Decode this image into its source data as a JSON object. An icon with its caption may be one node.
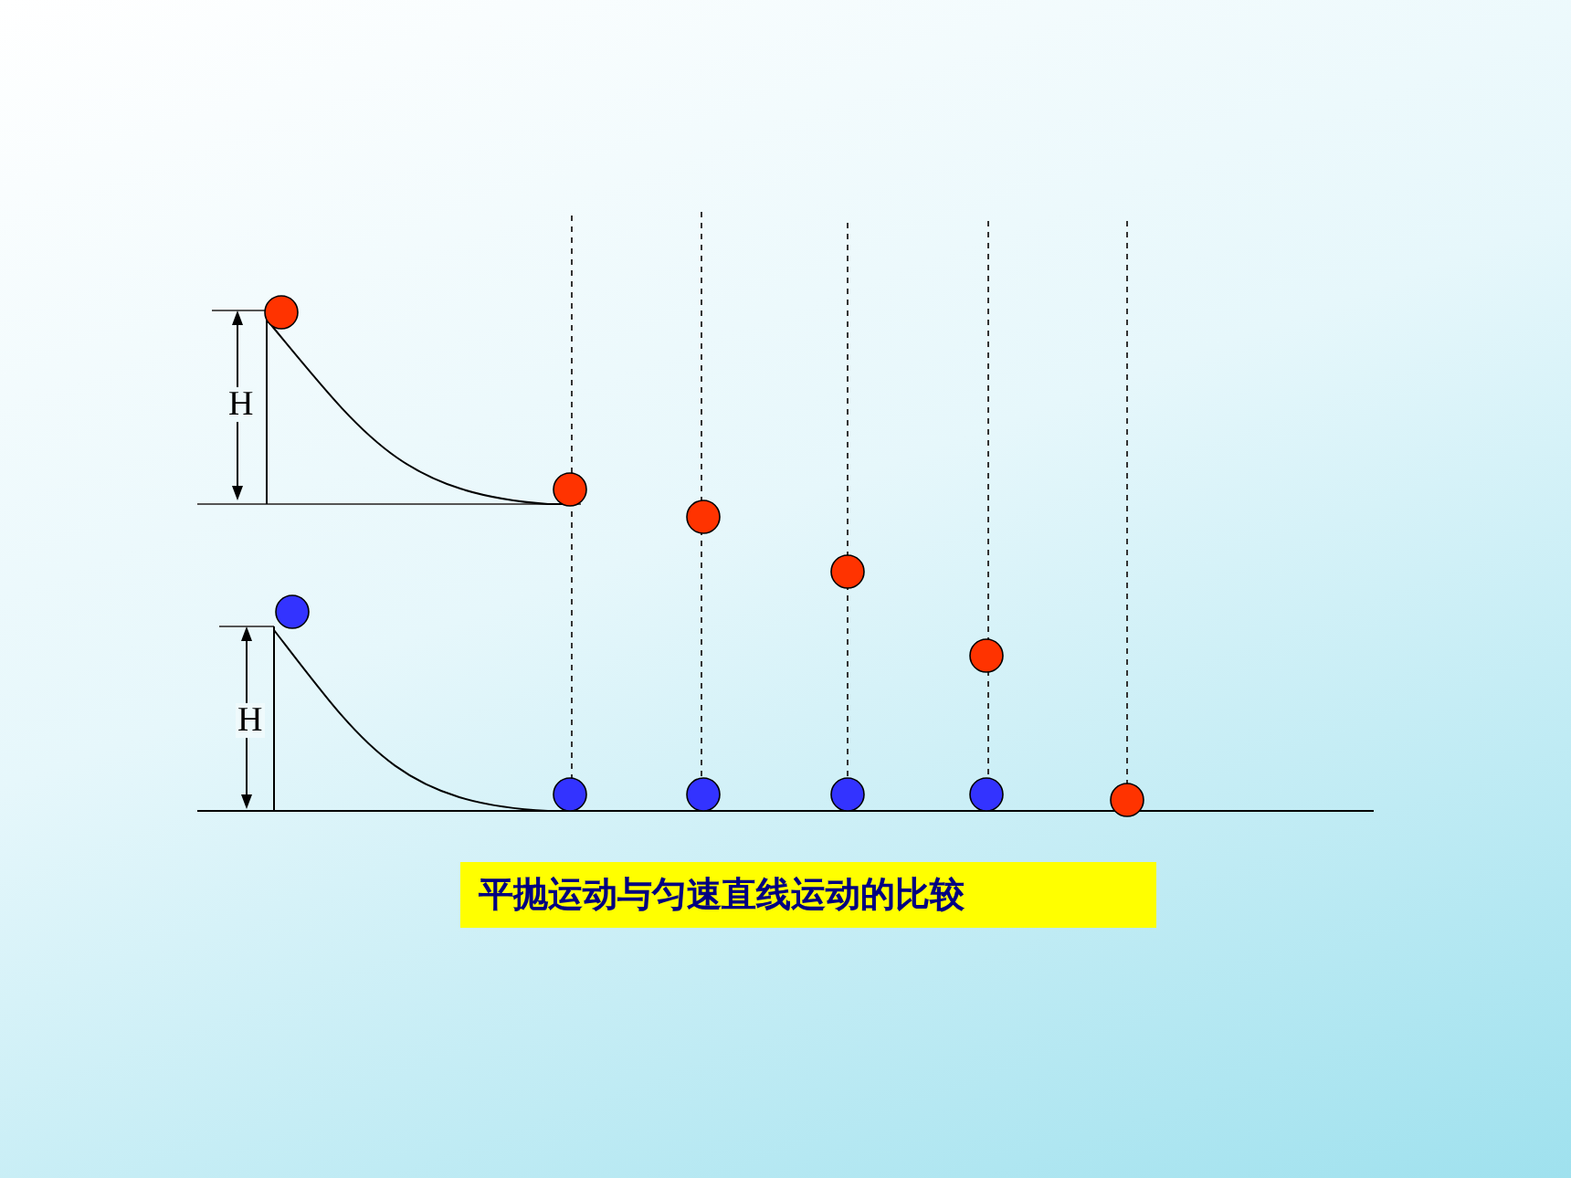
{
  "diagram": {
    "caption": "平抛运动与匀速直线运动的比较",
    "labels": [
      "H",
      "H"
    ]
  }
}
